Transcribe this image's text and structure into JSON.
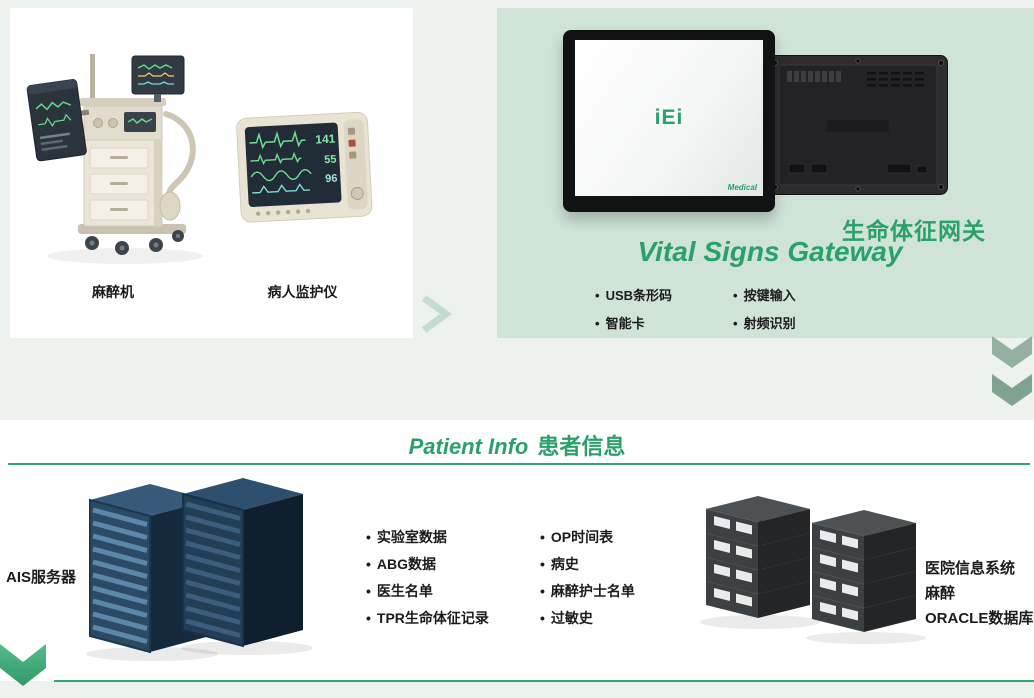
{
  "colors": {
    "background": "#eef2ef",
    "panel_green": "#cfe3d7",
    "accent_green": "#2aa06b",
    "line_green": "#35a473"
  },
  "equipment_panel": {
    "items": [
      {
        "label": "麻醉机",
        "icon": "anesthesia-machine"
      },
      {
        "label": "病人监护仪",
        "icon": "patient-monitor"
      }
    ],
    "monitor_readings": [
      "141",
      "55",
      "96"
    ]
  },
  "gateway_panel": {
    "title_cn": "生命体征网关",
    "title_en": "Vital Signs Gateway",
    "device_screen_logo": "iEi",
    "device_screen_brand": "Medical",
    "features_col1": [
      "USB条形码",
      "智能卡"
    ],
    "features_col2": [
      "按键输入",
      "射频识别"
    ]
  },
  "patient_info": {
    "title_en": "Patient Info",
    "title_cn": "患者信息",
    "ais_server_label": "AIS服务器",
    "his_labels": [
      "医院信息系统",
      "麻醉",
      "ORACLE数据库"
    ],
    "data_items_col1": [
      "实验室数据",
      "ABG数据",
      "医生名单",
      "TPR生命体征记录"
    ],
    "data_items_col2": [
      "OP时间表",
      "病史",
      "麻醉护士名单",
      "过敏史"
    ]
  }
}
